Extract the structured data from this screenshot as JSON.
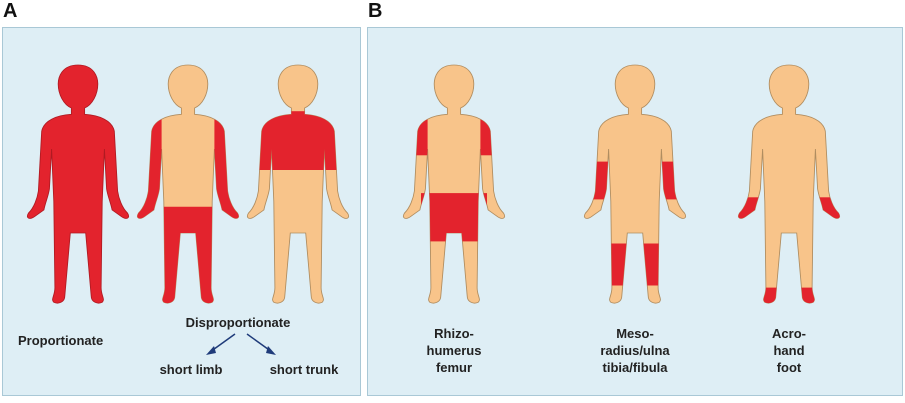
{
  "colors": {
    "affected": "#e3232d",
    "unaffected": "#f8c48a",
    "outline": "#333333",
    "panel_bg": "#deeef5",
    "arrow": "#1f3b7a"
  },
  "panel_a": {
    "letter": "A",
    "proportionate": "Proportionate",
    "disproportionate": "Disproportionate",
    "short_limb": "short limb",
    "short_trunk": "short trunk"
  },
  "panel_b": {
    "letter": "B",
    "rhizo": [
      "Rhizo-",
      "humerus",
      "femur"
    ],
    "meso": [
      "Meso-",
      "radius/ulna",
      "tibia/fibula"
    ],
    "acro": [
      "Acro-",
      "hand",
      "foot"
    ]
  }
}
